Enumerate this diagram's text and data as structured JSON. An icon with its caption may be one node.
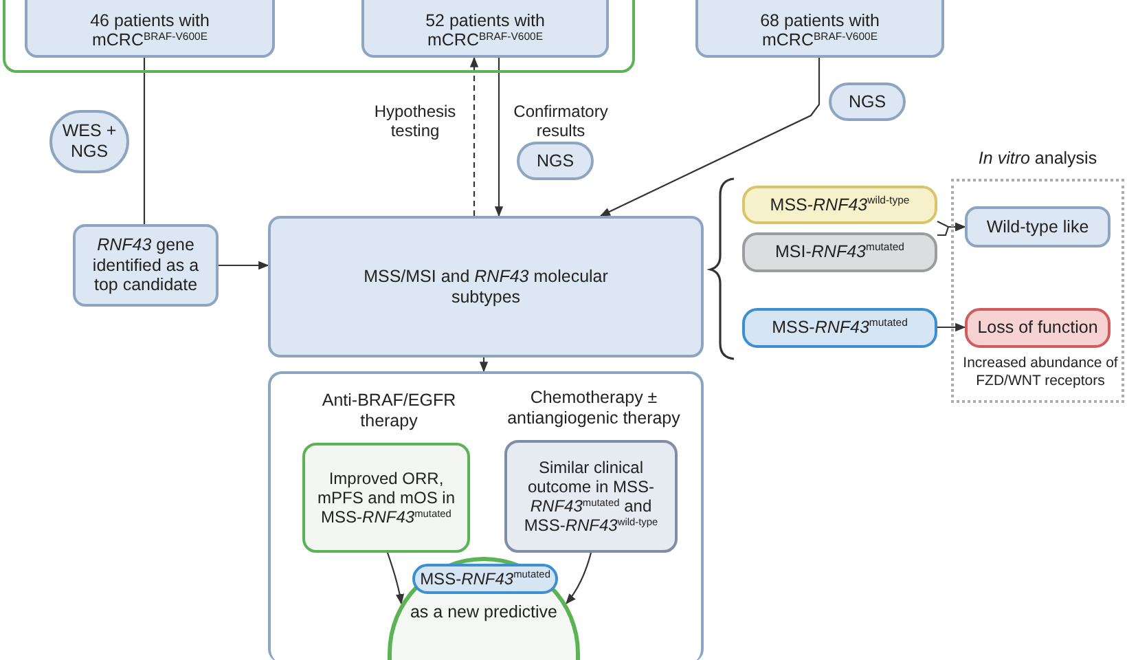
{
  "diagram": {
    "nodes": [
      {
        "text": [],
        "shape": "box"
      },
      {
        "text": [
          "46 patients with mCRC$^{BRAF-V600E}$"
        ],
        "in": 0
      },
      {
        "text": [
          "52 patients with mCRC$^{BRAF-V600E}$"
        ],
        "in": 0
      },
      {
        "text": [
          "68 patients with mCRC$^{BRAF-V600E}$"
        ]
      },
      {
        "text": [
          "WES + NGS"
        ]
      },
      {
        "text": [
          "NGS"
        ]
      },
      {
        "text": [
          "NGS"
        ]
      },
      {
        "text": [
          "*RNF43* gene identified as a top candidate"
        ]
      },
      {
        "text": [
          "MSS/MSI and *RNF43* molecular subtypes"
        ]
      },
      {
        "text": [
          "MSS-*RNF43*$^{wild-type}$"
        ]
      },
      {
        "text": [
          "MSI-*RNF43*$^{mutated}$"
        ]
      },
      {
        "text": [
          "MSS-*RNF43*$^{mutated}$"
        ]
      },
      {
        "text": [
          "*In vitro* analysis"
        ]
      },
      {
        "text": [
          "Wild-type like"
        ],
        "in": 12
      },
      {
        "text": [
          "Loss of function"
        ],
        "in": 12,
        "beside": [
          "Increased abundance of FZD/WNT receptors"
        ]
      },
      {
        "text": [],
        "shape": "box"
      },
      {
        "text": [
          "Improved ORR, mPFS and mOS in MSS-*RNF43*$^{mutated}$"
        ],
        "in": 15,
        "beside": [
          "Anti-BRAF/EGFR therapy"
        ]
      },
      {
        "text": [
          "Similar clinical outcome in MSS-*RNF43*$^{mutated}$ and MSS-*RNF43*$^{wild-type}$"
        ],
        "in": 15,
        "beside": [
          "Chemotherapy ± antiangiogenic therapy"
        ]
      },
      {
        "text": [
          "as a new predictive"
        ],
        "in": 15
      },
      {
        "text": [
          "MSS-*RNF43*$^{mutated}$"
        ],
        "in": 18
      }
    ],
    "edges": [
      {
        "from": 1,
        "to": 7,
        "arrow": "none"
      },
      {
        "from": 7,
        "to": 8,
        "arrow": "to"
      },
      {
        "from": 8,
        "to": 2,
        "arrow": "to",
        "style": "dashed",
        "label": "Hypothesis testing"
      },
      {
        "from": 2,
        "to": 8,
        "arrow": "to",
        "label": "Confirmatory results"
      },
      {
        "from": 3,
        "to": 8,
        "arrow": "to"
      },
      {
        "from": 8,
        "to": 15,
        "arrow": "to"
      },
      {
        "from": 9,
        "to": 13,
        "arrow": "to"
      },
      {
        "from": 10,
        "to": 13,
        "arrow": "to"
      },
      {
        "from": 11,
        "to": 14,
        "arrow": "to"
      },
      {
        "from": 16,
        "to": 18,
        "arrow": "to"
      },
      {
        "from": 17,
        "to": 18,
        "arrow": "to"
      }
    ]
  }
}
